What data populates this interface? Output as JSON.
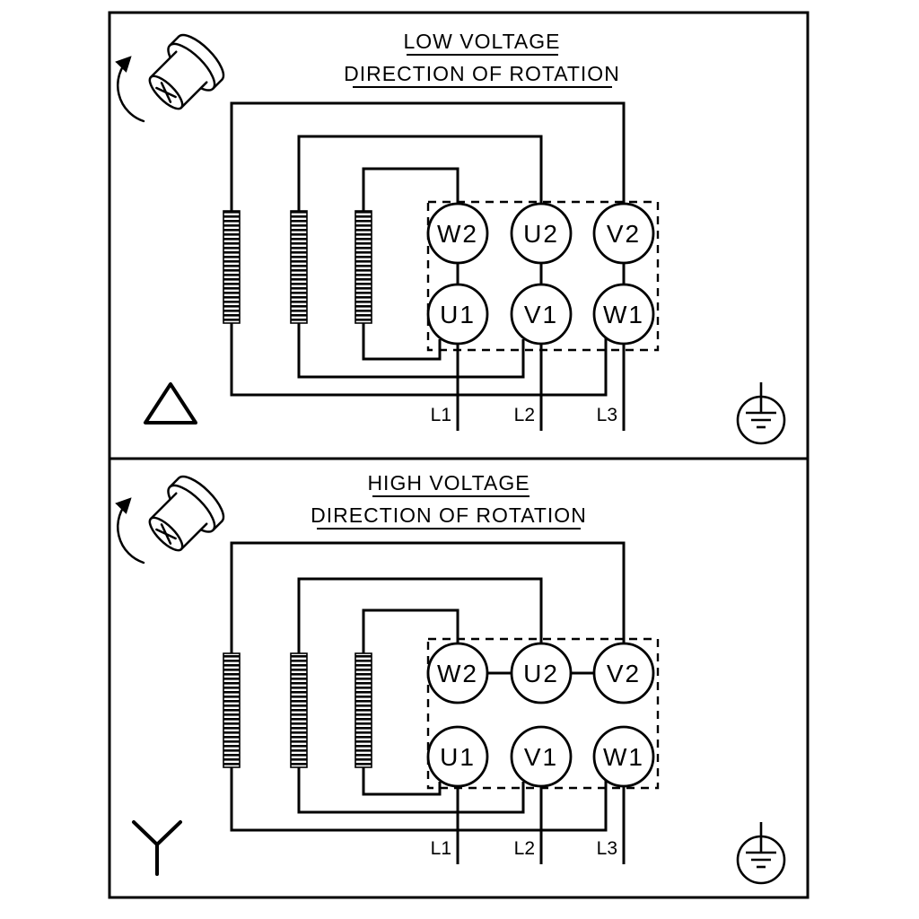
{
  "diagram": {
    "background": "#ffffff",
    "line_color": "#000000",
    "panels": [
      {
        "name": "low-voltage",
        "title": "LOW VOLTAGE",
        "subtitle": "DIRECTION OF ROTATION",
        "connection": "delta",
        "terminals_top": [
          "W2",
          "U2",
          "V2"
        ],
        "terminals_bottom": [
          "U1",
          "V1",
          "W1"
        ],
        "supply_lines": [
          "L1",
          "L2",
          "L3"
        ]
      },
      {
        "name": "high-voltage",
        "title": "HIGH VOLTAGE",
        "subtitle": "DIRECTION OF ROTATION",
        "connection": "star",
        "terminals_top": [
          "W2",
          "U2",
          "V2"
        ],
        "terminals_bottom": [
          "U1",
          "V1",
          "W1"
        ],
        "supply_lines": [
          "L1",
          "L2",
          "L3"
        ]
      }
    ]
  }
}
